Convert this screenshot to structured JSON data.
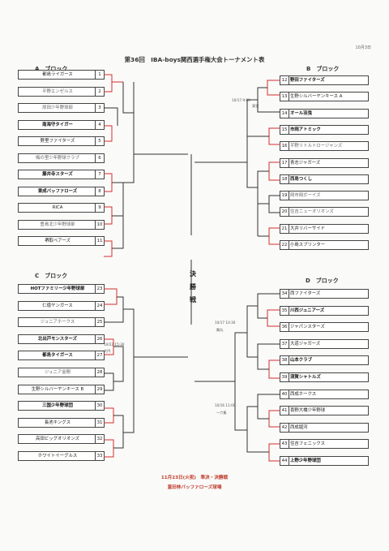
{
  "header": {
    "title": "第36回　IBA-boys関西選手権大会トーナメント表",
    "date_top": "10月3日"
  },
  "blocks": {
    "a": "A　ブロック",
    "b": "B　ブロック",
    "c": "C　ブロック",
    "d": "D　ブロック"
  },
  "final_label": [
    "決",
    "勝",
    "戦"
  ],
  "teams_a": [
    {
      "no": "1",
      "name": "都島ライガース"
    },
    {
      "no": "2",
      "name": "平野エンゼルス"
    },
    {
      "no": "3",
      "name": "原田少年野球部"
    },
    {
      "no": "4",
      "name": "南海守タイガー"
    },
    {
      "no": "5",
      "name": "野里ファイターズ"
    },
    {
      "no": "6",
      "name": "梅の里少年野球クラブ"
    },
    {
      "no": "7",
      "name": "藤井寺スターズ"
    },
    {
      "no": "8",
      "name": "東成バッファローズ"
    },
    {
      "no": "9",
      "name": "RICA"
    },
    {
      "no": "10",
      "name": "豊島北少年野球部"
    },
    {
      "no": "11",
      "name": "堺取ベアーズ"
    }
  ],
  "teams_b": [
    {
      "no": "12",
      "name": "野田ファイターズ"
    },
    {
      "no": "13",
      "name": "生野シルバーヤンキース A"
    },
    {
      "no": "14",
      "name": "オール羽曳"
    },
    {
      "no": "15",
      "name": "市岡アトミック"
    },
    {
      "no": "16",
      "name": "平野リトルトロージャンズ"
    },
    {
      "no": "17",
      "name": "青志ジャガーズ"
    },
    {
      "no": "18",
      "name": "西島つくし"
    },
    {
      "no": "19",
      "name": "岡市岡ボーイズ"
    },
    {
      "no": "20",
      "name": "住吉ニューオリオンズ"
    },
    {
      "no": "21",
      "name": "大井リバーサイド"
    },
    {
      "no": "22",
      "name": "小島スプリンター"
    }
  ],
  "teams_c": [
    {
      "no": "23",
      "name": "HOTファミリー少年野球部"
    },
    {
      "no": "24",
      "name": "仁徳ヤンガース"
    },
    {
      "no": "25",
      "name": "ジュニアホークス"
    },
    {
      "no": "26",
      "name": "北出戸モンスターズ"
    },
    {
      "no": "27",
      "name": "都島タイガース"
    },
    {
      "no": "28",
      "name": "ジュニア金剛"
    },
    {
      "no": "29",
      "name": "生野シルバーヤンキース B"
    },
    {
      "no": "30",
      "name": "三国少年野球団"
    },
    {
      "no": "31",
      "name": "長池キングス"
    },
    {
      "no": "32",
      "name": "高田ビッグオリオンズ"
    },
    {
      "no": "33",
      "name": "ホワイトイーグルス"
    }
  ],
  "teams_d": [
    {
      "no": "34",
      "name": "西ファイターズ"
    },
    {
      "no": "35",
      "name": "川西ジュニアーズ"
    },
    {
      "no": "36",
      "name": "ジャパンスターズ"
    },
    {
      "no": "37",
      "name": "大道ジャガーズ"
    },
    {
      "no": "38",
      "name": "山本クラブ"
    },
    {
      "no": "39",
      "name": "須賀シャトルズ"
    },
    {
      "no": "40",
      "name": "西成ホークス"
    },
    {
      "no": "41",
      "name": "喜野大橋少年野球"
    },
    {
      "no": "42",
      "name": "西成堀河"
    },
    {
      "no": "43",
      "name": "住吉フェニックス"
    },
    {
      "no": "44",
      "name": "上野少年野球団"
    }
  ],
  "notes": {
    "b1": "10/17 9:00",
    "b2": "東堂",
    "c1": "10/22 15:30",
    "c2": "大円",
    "d1": "10/17 10:30",
    "d2": "舞丸",
    "d3": "10/16 11:00",
    "d4": "一六集"
  },
  "footer": {
    "line1": "11月23日(火祝)　準決・決勝戦",
    "line2": "富田林バッファローズ球場"
  }
}
